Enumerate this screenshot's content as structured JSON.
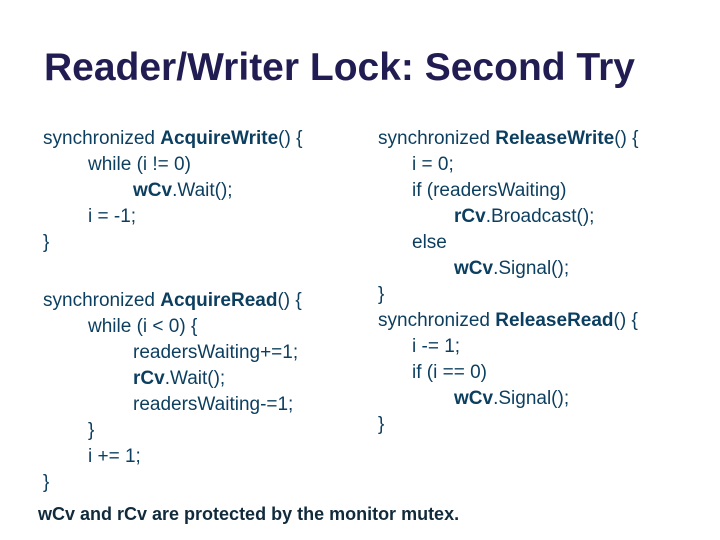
{
  "slide": {
    "title": "Reader/Writer Lock: Second Try"
  },
  "colors": {
    "background": "#ffffff",
    "title": "#211d52",
    "code": "#0c3e5f",
    "footer": "#112b3d"
  },
  "code_blocks": [
    {
      "id": "acquire-write",
      "lines": [
        {
          "indent": 0,
          "parts": [
            {
              "text": "synchronized ",
              "bold": false
            },
            {
              "text": "AcquireWrite",
              "bold": true
            },
            {
              "text": "() {",
              "bold": false
            }
          ]
        },
        {
          "indent": 1,
          "parts": [
            {
              "text": "while (i != 0)",
              "bold": false
            }
          ]
        },
        {
          "indent": 2,
          "parts": [
            {
              "text": "wCv",
              "bold": true
            },
            {
              "text": ".Wait();",
              "bold": false
            }
          ]
        },
        {
          "indent": 1,
          "parts": [
            {
              "text": "i = -1;",
              "bold": false
            }
          ]
        },
        {
          "indent": 0,
          "parts": [
            {
              "text": "}",
              "bold": false
            }
          ]
        }
      ]
    },
    {
      "id": "acquire-read",
      "lines": [
        {
          "indent": 0,
          "parts": [
            {
              "text": "synchronized ",
              "bold": false
            },
            {
              "text": "AcquireRead",
              "bold": true
            },
            {
              "text": "() {",
              "bold": false
            }
          ]
        },
        {
          "indent": 1,
          "parts": [
            {
              "text": "while (i < 0) {",
              "bold": false
            }
          ]
        },
        {
          "indent": 2,
          "parts": [
            {
              "text": "readersWaiting+=1;",
              "bold": false
            }
          ]
        },
        {
          "indent": 2,
          "parts": [
            {
              "text": "rCv",
              "bold": true
            },
            {
              "text": ".Wait();",
              "bold": false
            }
          ]
        },
        {
          "indent": 2,
          "parts": [
            {
              "text": "readersWaiting-=1;",
              "bold": false
            }
          ]
        },
        {
          "indent": 1,
          "parts": [
            {
              "text": "}",
              "bold": false
            }
          ]
        },
        {
          "indent": 1,
          "parts": [
            {
              "text": "i += 1;",
              "bold": false
            }
          ]
        },
        {
          "indent": 0,
          "parts": [
            {
              "text": "}",
              "bold": false
            }
          ]
        }
      ]
    },
    {
      "id": "release-write",
      "lines": [
        {
          "indent": 0,
          "parts": [
            {
              "text": "synchronized ",
              "bold": false
            },
            {
              "text": "ReleaseWrite",
              "bold": true
            },
            {
              "text": "() {",
              "bold": false
            }
          ]
        },
        {
          "indent": 1,
          "parts": [
            {
              "text": "i = 0;",
              "bold": false
            }
          ]
        },
        {
          "indent": 1,
          "parts": [
            {
              "text": "if (readersWaiting)",
              "bold": false
            }
          ]
        },
        {
          "indent": 2,
          "parts": [
            {
              "text": "rCv",
              "bold": true
            },
            {
              "text": ".Broadcast();",
              "bold": false
            }
          ]
        },
        {
          "indent": 1,
          "parts": [
            {
              "text": "else",
              "bold": false
            }
          ]
        },
        {
          "indent": 2,
          "parts": [
            {
              "text": "wCv",
              "bold": true
            },
            {
              "text": ".Signal();",
              "bold": false
            }
          ]
        },
        {
          "indent": 0,
          "parts": [
            {
              "text": "}",
              "bold": false
            }
          ]
        }
      ]
    },
    {
      "id": "release-read",
      "lines": [
        {
          "indent": 0,
          "parts": [
            {
              "text": "synchronized ",
              "bold": false
            },
            {
              "text": "ReleaseRead",
              "bold": true
            },
            {
              "text": "() {",
              "bold": false
            }
          ]
        },
        {
          "indent": 1,
          "parts": [
            {
              "text": "i -= 1;",
              "bold": false
            }
          ]
        },
        {
          "indent": 1,
          "parts": [
            {
              "text": "if (i == 0)",
              "bold": false
            }
          ]
        },
        {
          "indent": 2,
          "parts": [
            {
              "text": "wCv",
              "bold": true
            },
            {
              "text": ".Signal();",
              "bold": false
            }
          ]
        },
        {
          "indent": 0,
          "parts": [
            {
              "text": "}",
              "bold": false
            }
          ]
        }
      ]
    }
  ],
  "footer": {
    "note": "wCv and rCv are protected by the monitor mutex."
  }
}
